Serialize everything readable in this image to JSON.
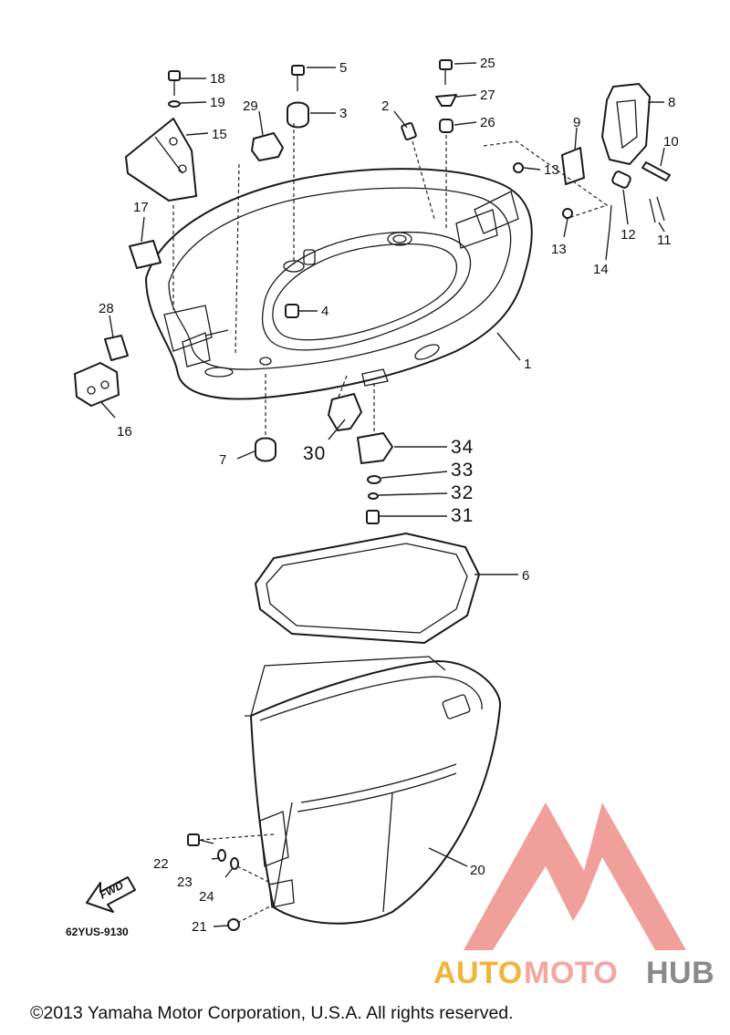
{
  "diagram": {
    "diagram_code": "62YUS-9130",
    "fwd_label": "FWD",
    "watermark": {
      "part1": "AUTO",
      "part2": "MOTO",
      "part3": "HUB",
      "color_auto": "#f2b43b",
      "color_moto": "#f3a7a0",
      "color_hub": "#8a8a8a",
      "logo_color": "#ef8f8a"
    },
    "copyright": "©2013 Yamaha Motor Corporation, U.S.A. All rights reserved.",
    "callouts": [
      "1",
      "2",
      "3",
      "4",
      "5",
      "6",
      "7",
      "8",
      "9",
      "10",
      "11",
      "12",
      "13",
      "13",
      "14",
      "15",
      "16",
      "17",
      "18",
      "19",
      "20",
      "21",
      "22",
      "23",
      "24",
      "25",
      "26",
      "27",
      "28",
      "29",
      "30",
      "31",
      "32",
      "33",
      "34"
    ]
  }
}
